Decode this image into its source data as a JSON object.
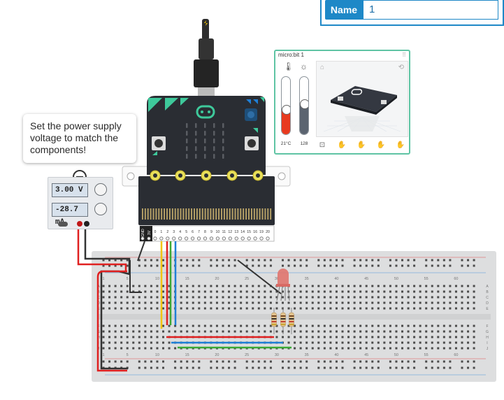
{
  "name_panel": {
    "label": "Name",
    "value": "1"
  },
  "tooltip": {
    "text": "Set the power supply voltage to match the components!"
  },
  "power_supply": {
    "voltage": "3.00 V",
    "current": "-28.7 mA"
  },
  "simulator": {
    "title": "micro:bit 1",
    "temperature_value": "21°C",
    "light_value": "128",
    "temperature_level": 0.4,
    "light_level": 0.5
  },
  "microbit": {
    "pin_labels": [
      "GND",
      "3V",
      "0",
      "1",
      "2",
      "3",
      "4",
      "5",
      "6",
      "7",
      "8",
      "9",
      "10",
      "11",
      "12",
      "13",
      "14",
      "15",
      "16",
      "19",
      "20"
    ]
  },
  "breadboard": {
    "column_numbers": [
      "1",
      "5",
      "10",
      "15",
      "20",
      "25",
      "30",
      "35",
      "40",
      "45",
      "50",
      "55",
      "60"
    ],
    "row_letters_top": [
      "A",
      "B",
      "C",
      "D",
      "E"
    ],
    "row_letters_bottom": [
      "F",
      "G",
      "H",
      "I",
      "J"
    ]
  },
  "colors": {
    "accent": "#1e88c7",
    "microbit_body": "#2a2d33",
    "microbit_accent": "#3ec99b",
    "wire_red": "#e02020",
    "wire_black": "#333333",
    "wire_yellow": "#f2c400",
    "wire_green": "#3aa935",
    "wire_blue": "#1f7fd6"
  }
}
